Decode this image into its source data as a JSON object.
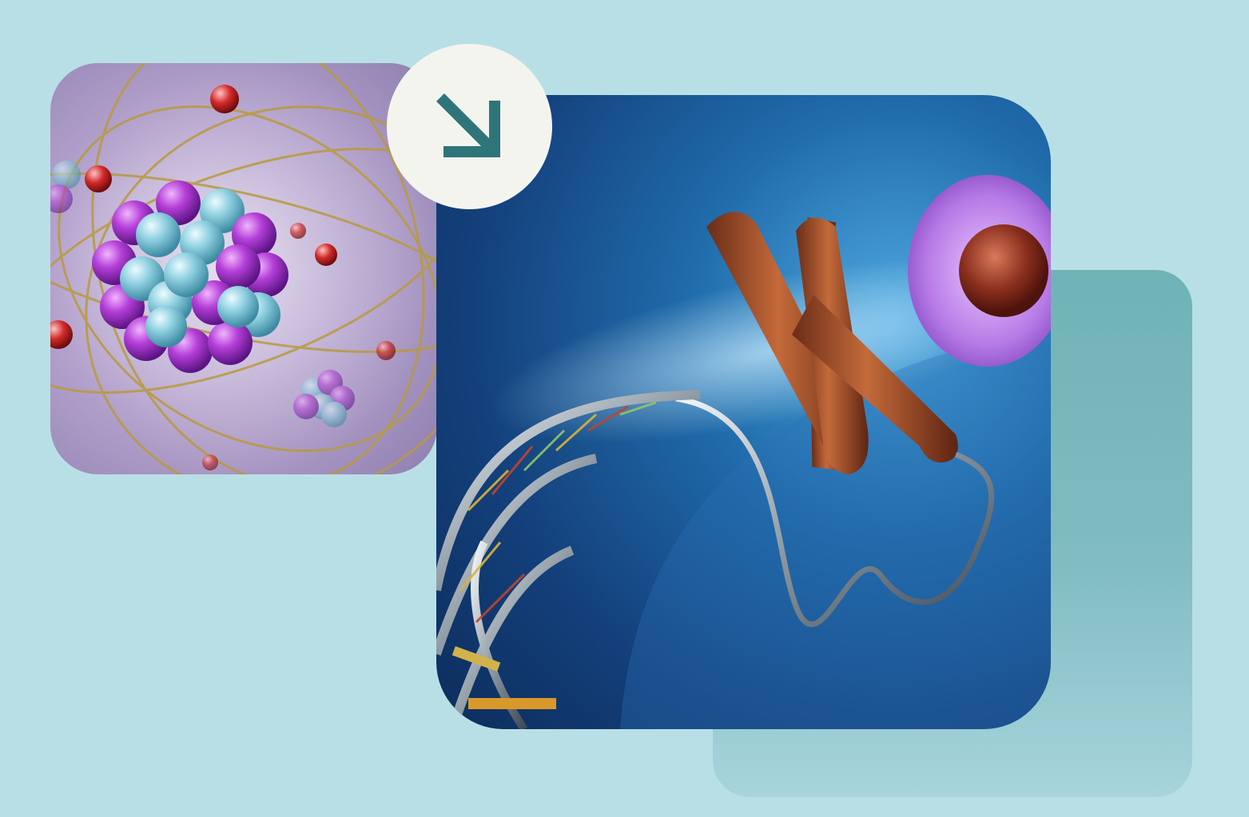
{
  "scene": {
    "background_color": "#b9dfe6",
    "accent_color": "#2e7579",
    "cards": [
      {
        "id": "atom",
        "depicts": "atom-nucleus-illustration"
      },
      {
        "id": "dna",
        "depicts": "dna-chromosome-cell-illustration"
      }
    ],
    "badge_icon": "arrow-down-right-icon"
  }
}
